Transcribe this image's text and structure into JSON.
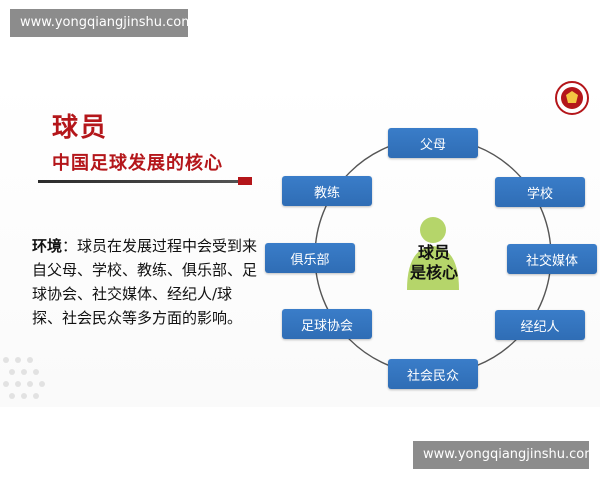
{
  "watermark_top": "www.yongqiangjinshu.com",
  "watermark_bottom": "www.yongqiangjinshu.com",
  "title": "球员",
  "subtitle": "中国足球发展的核心",
  "body": {
    "label": "环境",
    "text": "：球员在发展过程中会受到来自父母、学校、教练、俱乐部、足球协会、社交媒体、经纪人/球探、社会民众等多方面的影响。"
  },
  "center": {
    "line1": "球员",
    "line2": "是核心"
  },
  "nodes": [
    {
      "label": "父母"
    },
    {
      "label": "学校"
    },
    {
      "label": "社交媒体"
    },
    {
      "label": "经纪人"
    },
    {
      "label": "社会民众"
    },
    {
      "label": "足球协会"
    },
    {
      "label": "俱乐部"
    },
    {
      "label": "教练"
    }
  ],
  "colors": {
    "title_red": "#b4161a",
    "node_blue": "#2f6db5",
    "center_green": "#b5d56a"
  }
}
